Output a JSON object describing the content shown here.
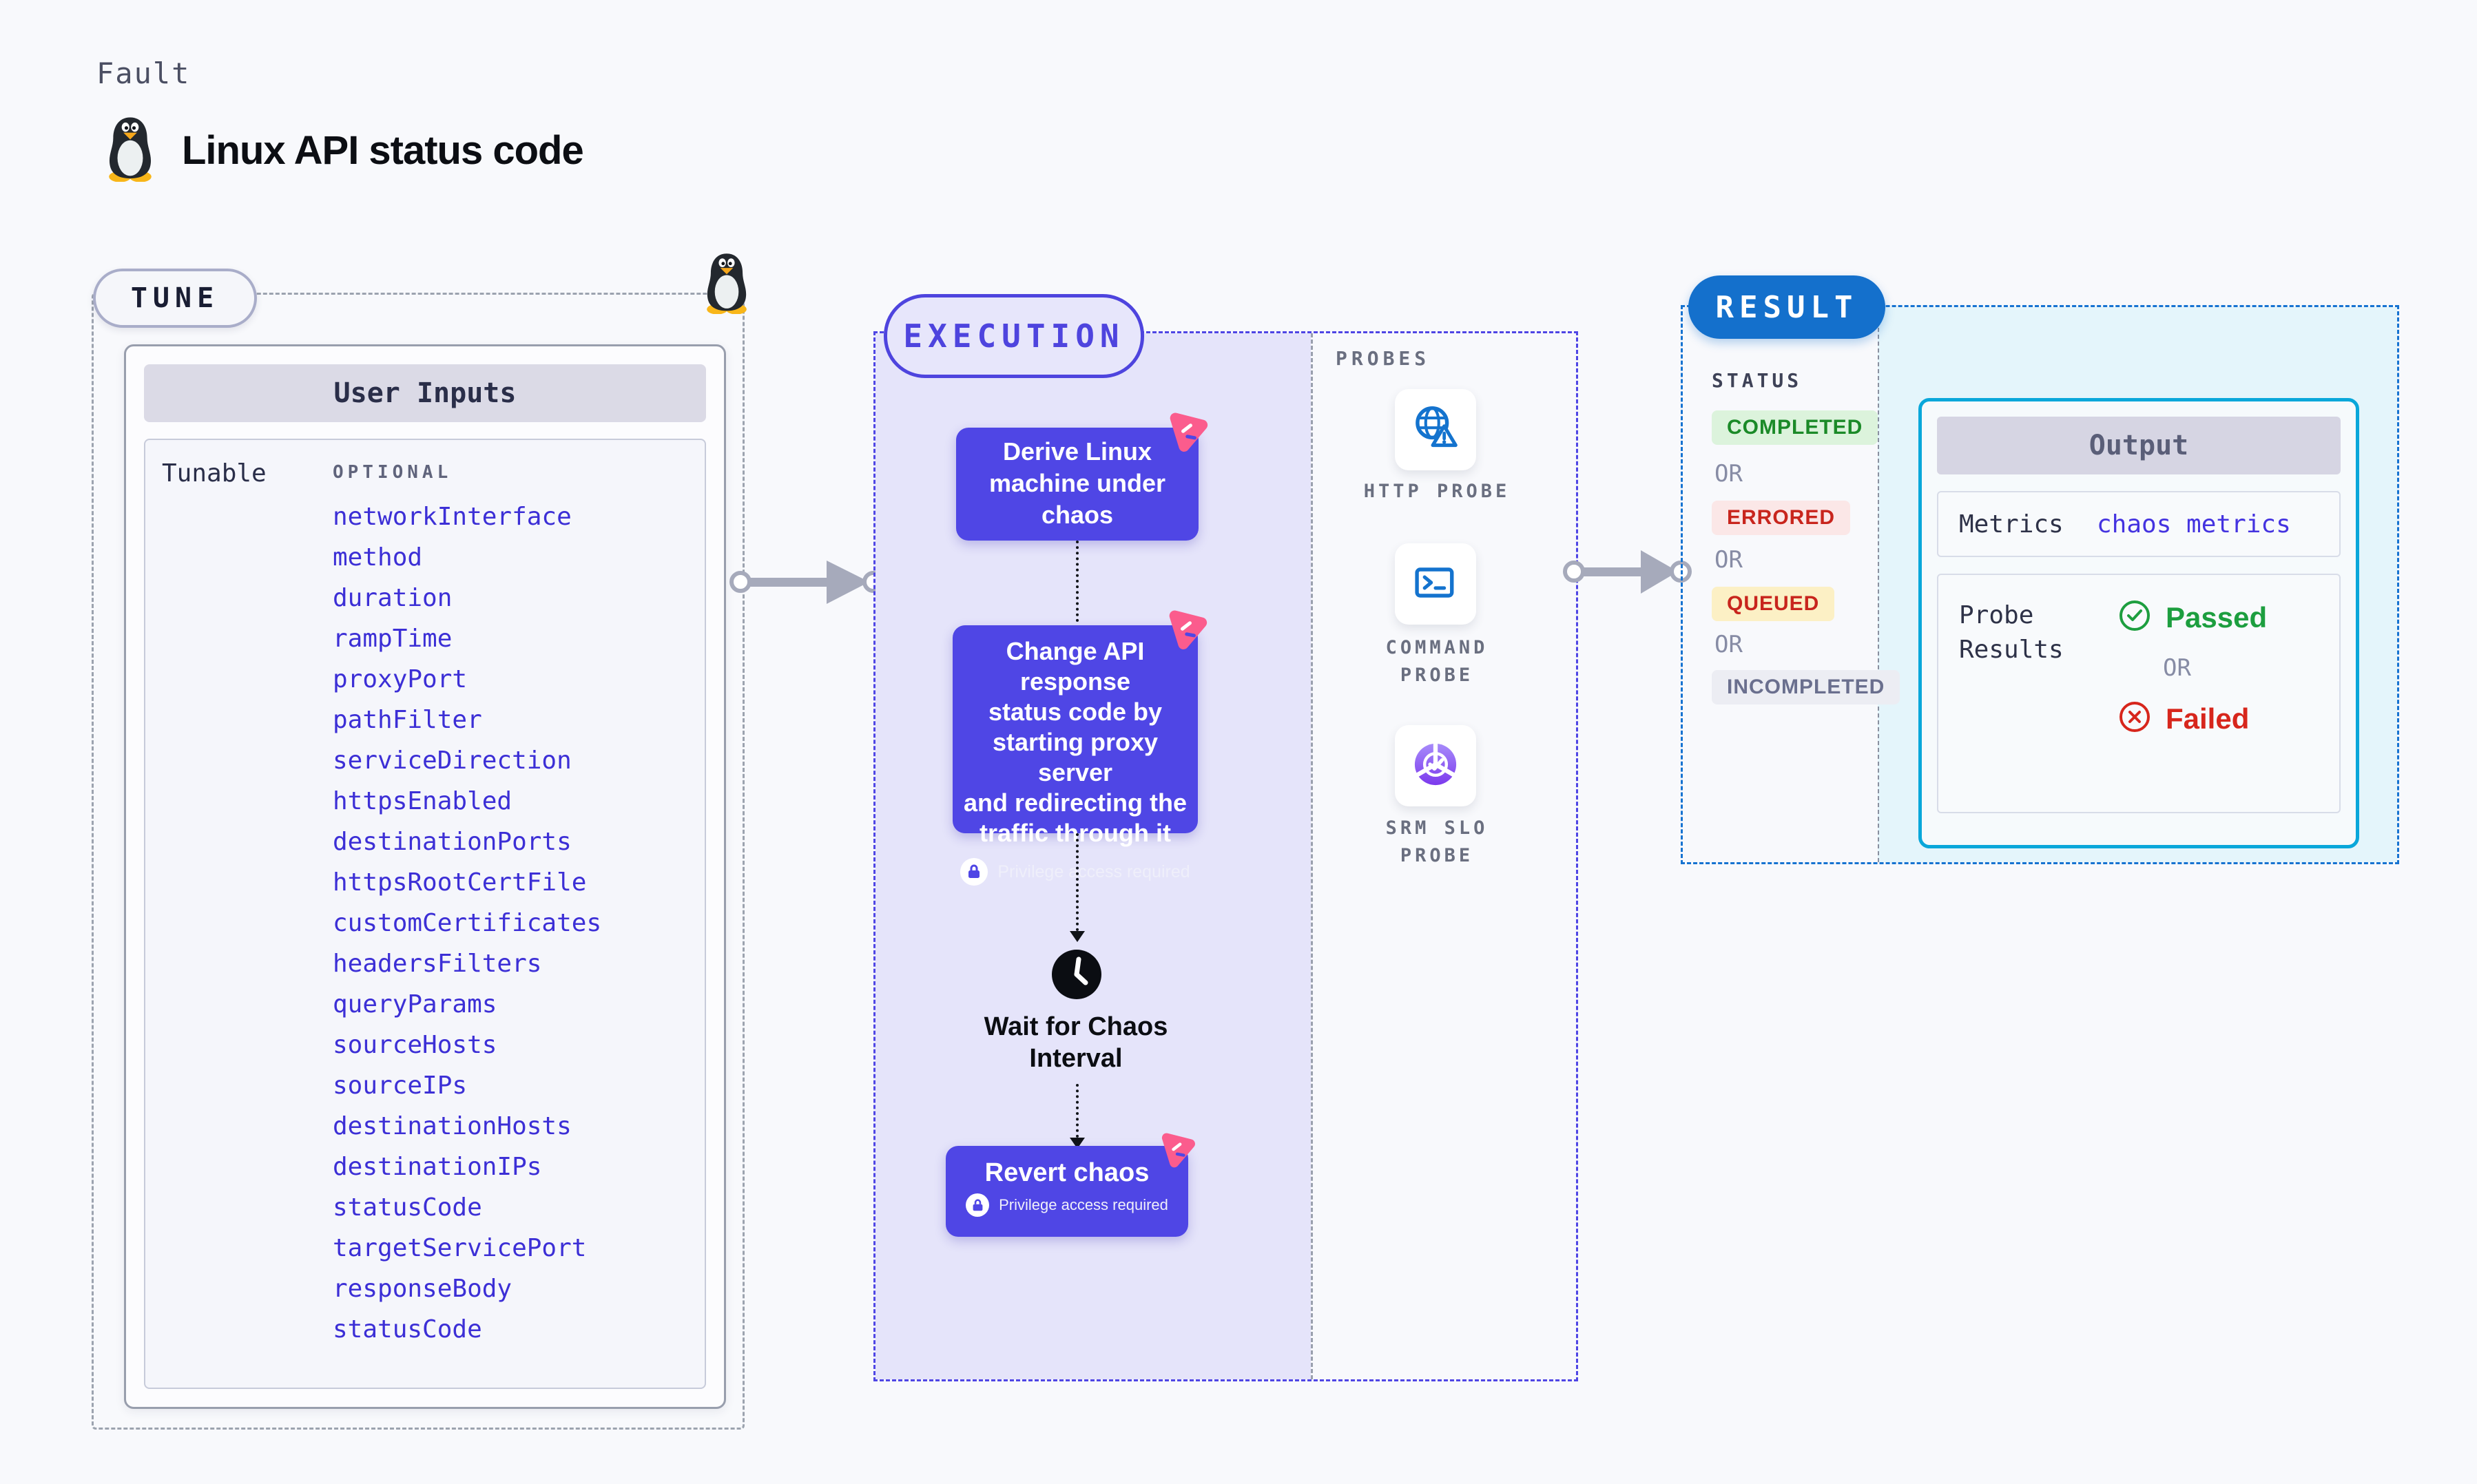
{
  "header": {
    "fault_label": "Fault",
    "title": "Linux API status code",
    "icon": "tux-penguin"
  },
  "tune": {
    "pill_label": "TUNE",
    "user_inputs_header": "User Inputs",
    "row_label": "Tunable",
    "column_label": "OPTIONAL",
    "items": [
      "networkInterface",
      "method",
      "duration",
      "rampTime",
      "proxyPort",
      "pathFilter",
      "serviceDirection",
      "httpsEnabled",
      "destinationPorts",
      "httpsRootCertFile",
      "customCertificates",
      "headersFilters",
      "queryParams",
      "sourceHosts",
      "sourceIPs",
      "destinationHosts",
      "destinationIPs",
      "statusCode",
      "targetServicePort",
      "responseBody",
      "statusCode"
    ]
  },
  "execution": {
    "pill_label": "EXECUTION",
    "node_derive": "Derive Linux\nmachine under\nchaos",
    "node_change": "Change API response\nstatus code by\nstarting proxy server\nand redirecting the\ntraffic through it",
    "wait_label": "Wait for Chaos\nInterval",
    "node_revert": "Revert chaos",
    "privilege_note": "Privilege access required"
  },
  "probes": {
    "panel_label": "PROBES",
    "items": [
      {
        "label": "HTTP PROBE",
        "icon": "globe-warning-icon"
      },
      {
        "label": "COMMAND\nPROBE",
        "icon": "terminal-icon"
      },
      {
        "label": "SRM SLO\nPROBE",
        "icon": "slo-donut-check-icon"
      }
    ]
  },
  "result": {
    "pill_label": "RESULT",
    "status_label": "STATUS",
    "or_label": "OR",
    "statuses": [
      {
        "label": "COMPLETED",
        "bg": "#DCF3DC",
        "fg": "#1B8A28"
      },
      {
        "label": "ERRORED",
        "bg": "#FBE7E7",
        "fg": "#C8251D"
      },
      {
        "label": "QUEUED",
        "bg": "#FCF0C5",
        "fg": "#C8251D"
      },
      {
        "label": "INCOMPLETED",
        "bg": "#ECEDF3",
        "fg": "#6A6F8E"
      }
    ],
    "output": {
      "header": "Output",
      "metrics_label": "Metrics",
      "metrics_value": "chaos metrics",
      "probe_results_label": "Probe\nResults",
      "passed_label": "Passed",
      "failed_label": "Failed"
    }
  },
  "colors": {
    "page_bg": "#F8F9FC",
    "indigo_node": "#4F46E5",
    "lavender_bg": "#E5E4FA",
    "chaos_pink": "#FB5C8D",
    "probe_blue": "#1473CE",
    "slo_purple": "#8B5CF6",
    "result_blue": "#1470CC",
    "output_cyan_border": "#09A7DA",
    "cyan_bg": "#E4F5FB",
    "passed_green": "#1D9E3F",
    "failed_red": "#D7261C",
    "tunable_link_blue": "#3C2FD6",
    "gray_dash": "#9CA3AF",
    "arrow_gray": "#A6AABB"
  }
}
